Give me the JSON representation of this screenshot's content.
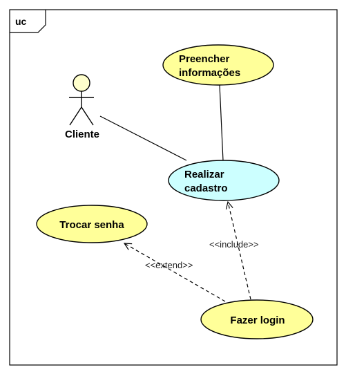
{
  "diagram": {
    "frame_label": "uc",
    "actor": {
      "name": "Cliente"
    },
    "use_cases": {
      "preencher": {
        "line1": "Preencher",
        "line2": "informações"
      },
      "realizar": {
        "line1": "Realizar",
        "line2": "cadastro"
      },
      "trocar": {
        "line1": "Trocar senha"
      },
      "login": {
        "line1": "Fazer login"
      }
    },
    "relations": {
      "include": "<<include>>",
      "extend": "<<extend>>"
    },
    "colors": {
      "use_case_fill": "#ffff99",
      "highlighted_fill": "#ccffff",
      "actor_fill": "#ffffcc",
      "stroke": "#000000"
    }
  }
}
